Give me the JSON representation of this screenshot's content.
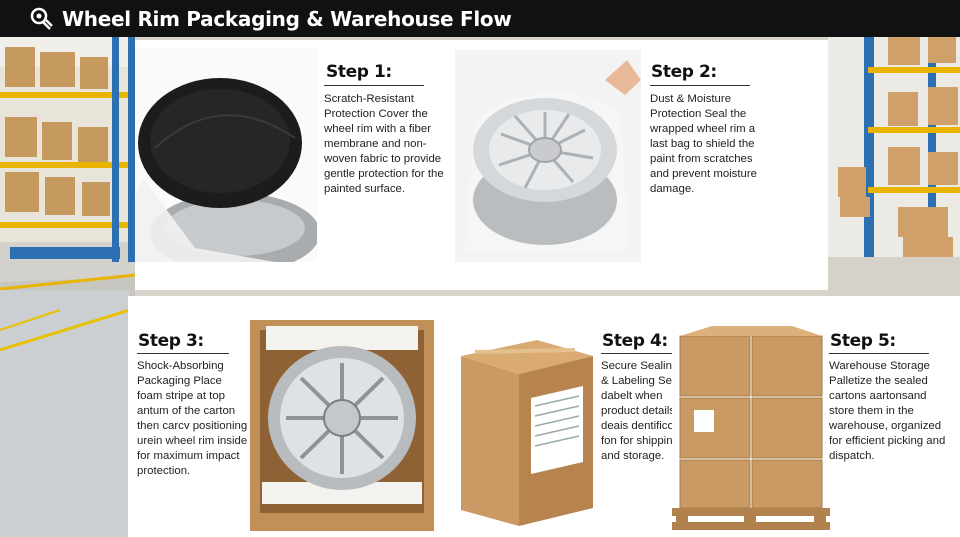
{
  "header": {
    "title": "Wheel Rim Packaging & Warehouse Flow",
    "icon": "wheel-forklift-icon"
  },
  "steps": [
    {
      "title": "Step 1:",
      "body": "Scratch-Resistant Protection Cover the wheel rim with a fiber membrane and non-woven fabric to provide gentle protection for the painted surface."
    },
    {
      "title": "Step 2:",
      "body": "Dust & Moisture Protection Seal the wrapped wheel rim a last bag to shield the paint from scratches and prevent moisture damage."
    },
    {
      "title": "Step 3:",
      "body": "Shock-Absorbing Packaging Place foam stripe at top antum of the carton then carcv positioning urein wheel rim inside for maximum impact protection."
    },
    {
      "title": "Step 4:",
      "body": "Secure Sealing & Labeling Seal dabelt when product details, deais dentifico fon for shipping and storage."
    },
    {
      "title": "Step 5:",
      "body": "Warehouse Storage Palletize the sealed cartons aartonsand store them in the warehouse, organized for efficient picking and dispatch."
    }
  ],
  "colors": {
    "cardboard": "#c99a63",
    "shelf_yellow": "#e8b400",
    "rack_blue": "#2c6fb3"
  }
}
